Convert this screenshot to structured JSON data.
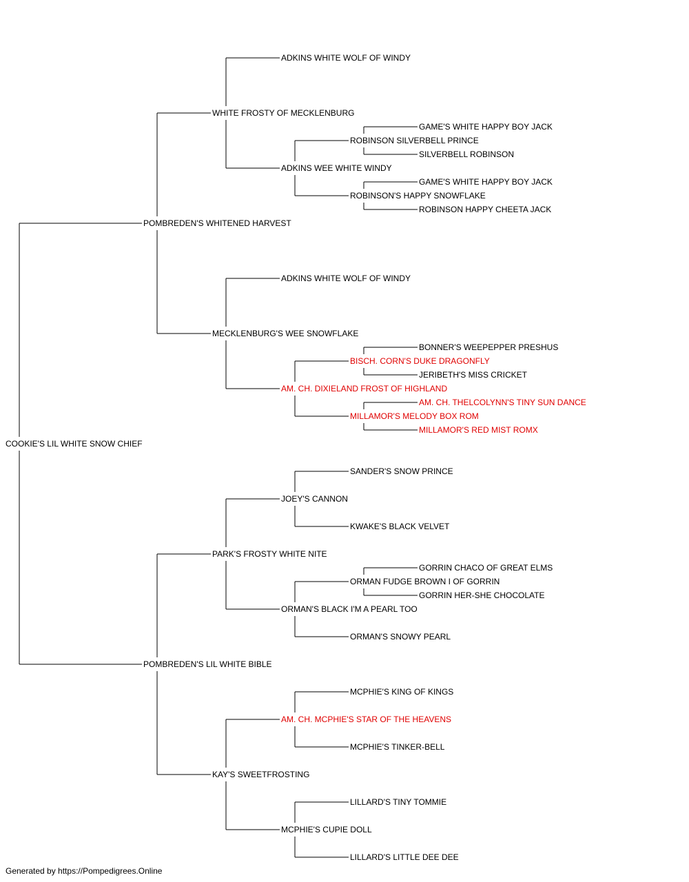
{
  "colors": {
    "normal": "#000000",
    "champion": "#e00000"
  },
  "pedigree": {
    "name": "COOKIE'S LIL WHITE SNOW CHIEF",
    "highlight": false,
    "parents": [
      {
        "name": "POMBREDEN'S WHITENED HARVEST",
        "highlight": false,
        "parents": [
          {
            "name": "WHITE FROSTY OF MECKLENBURG",
            "highlight": false,
            "parents": [
              {
                "name": "ADKINS WHITE WOLF OF WINDY",
                "highlight": false
              },
              {
                "name": "ADKINS WEE WHITE WINDY",
                "highlight": false,
                "parents": [
                  {
                    "name": "ROBINSON SILVERBELL PRINCE",
                    "highlight": false,
                    "parents": [
                      {
                        "name": "GAME'S WHITE HAPPY BOY JACK",
                        "highlight": false
                      },
                      {
                        "name": "SILVERBELL ROBINSON",
                        "highlight": false
                      }
                    ]
                  },
                  {
                    "name": "ROBINSON'S HAPPY SNOWFLAKE",
                    "highlight": false,
                    "parents": [
                      {
                        "name": "GAME'S WHITE HAPPY BOY JACK",
                        "highlight": false
                      },
                      {
                        "name": "ROBINSON HAPPY CHEETA JACK",
                        "highlight": false
                      }
                    ]
                  }
                ]
              }
            ]
          },
          {
            "name": "MECKLENBURG'S WEE SNOWFLAKE",
            "highlight": false,
            "parents": [
              {
                "name": "ADKINS WHITE WOLF OF WINDY",
                "highlight": false
              },
              {
                "name": "AM. CH. DIXIELAND FROST OF HIGHLAND",
                "highlight": true,
                "parents": [
                  {
                    "name": "BISCH. CORN'S DUKE DRAGONFLY",
                    "highlight": true,
                    "parents": [
                      {
                        "name": "BONNER'S WEEPEPPER PRESHUS",
                        "highlight": false
                      },
                      {
                        "name": "JERIBETH'S MISS CRICKET",
                        "highlight": false
                      }
                    ]
                  },
                  {
                    "name": "MILLAMOR'S MELODY BOX ROM",
                    "highlight": true,
                    "parents": [
                      {
                        "name": "AM. CH. THELCOLYNN'S TINY SUN DANCE",
                        "highlight": true
                      },
                      {
                        "name": "MILLAMOR'S RED MIST ROMX",
                        "highlight": true
                      }
                    ]
                  }
                ]
              }
            ]
          }
        ]
      },
      {
        "name": "POMBREDEN'S LIL WHITE BIBLE",
        "highlight": false,
        "parents": [
          {
            "name": "PARK'S FROSTY WHITE NITE",
            "highlight": false,
            "parents": [
              {
                "name": "JOEY'S CANNON",
                "highlight": false,
                "parents": [
                  {
                    "name": "SANDER'S SNOW PRINCE",
                    "highlight": false
                  },
                  {
                    "name": "KWAKE'S BLACK VELVET",
                    "highlight": false
                  }
                ]
              },
              {
                "name": "ORMAN'S BLACK I'M A PEARL TOO",
                "highlight": false,
                "parents": [
                  {
                    "name": "ORMAN FUDGE BROWN I OF GORRIN",
                    "highlight": false,
                    "parents": [
                      {
                        "name": "GORRIN CHACO OF GREAT ELMS",
                        "highlight": false
                      },
                      {
                        "name": "GORRIN HER-SHE CHOCOLATE",
                        "highlight": false
                      }
                    ]
                  },
                  {
                    "name": "ORMAN'S SNOWY PEARL",
                    "highlight": false
                  }
                ]
              }
            ]
          },
          {
            "name": "KAY'S SWEETFROSTING",
            "highlight": false,
            "parents": [
              {
                "name": "AM. CH. MCPHIE'S STAR OF THE HEAVENS",
                "highlight": true,
                "parents": [
                  {
                    "name": "MCPHIE'S KING OF KINGS",
                    "highlight": false
                  },
                  {
                    "name": "MCPHIE'S TINKER-BELL",
                    "highlight": false
                  }
                ]
              },
              {
                "name": "MCPHIE'S CUPIE DOLL",
                "highlight": false,
                "parents": [
                  {
                    "name": "LILLARD'S TINY TOMMIE",
                    "highlight": false
                  },
                  {
                    "name": "LILLARD'S LITTLE DEE DEE",
                    "highlight": false
                  }
                ]
              }
            ]
          }
        ]
      }
    ]
  },
  "footer": {
    "text": "Generated by https://Pompedigrees.Online"
  }
}
